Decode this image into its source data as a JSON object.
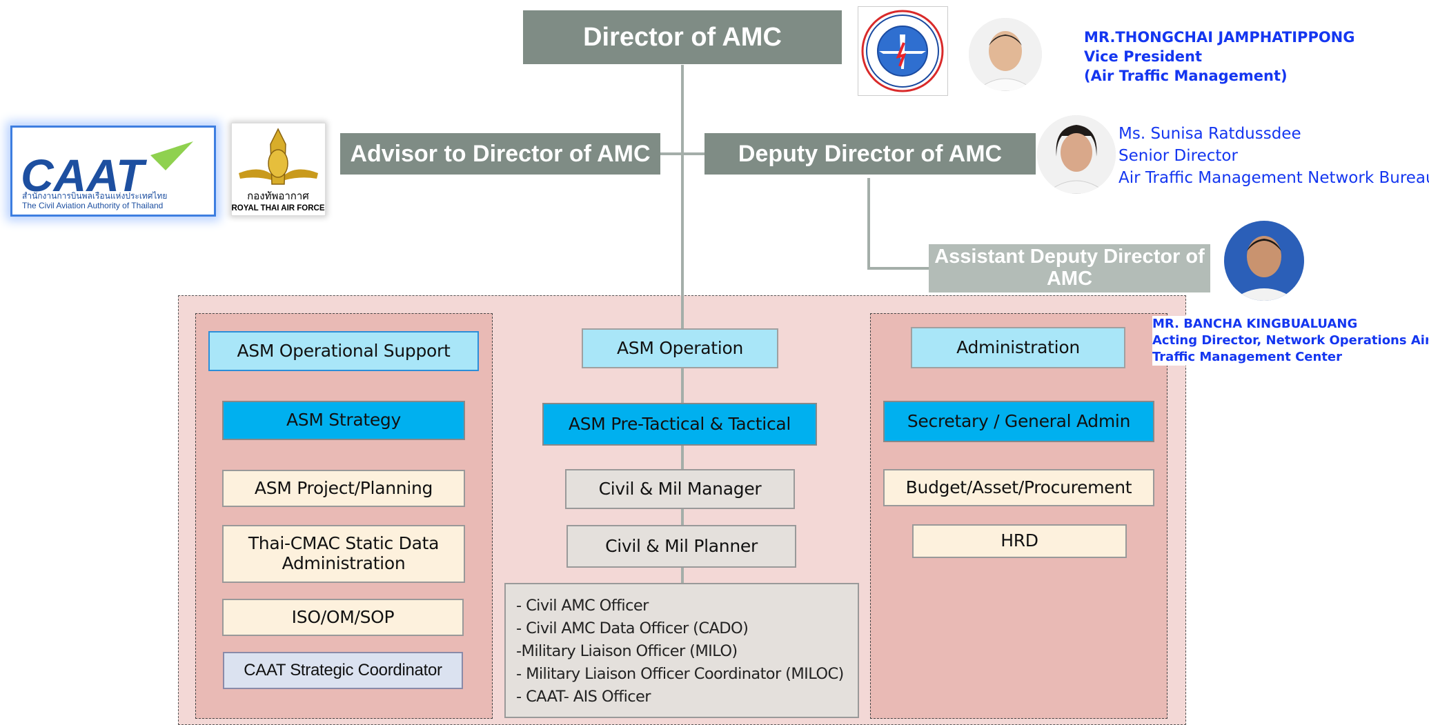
{
  "top": {
    "director": "Director of AMC",
    "advisor": "Advisor to Director of AMC",
    "deputy": "Deputy Director of AMC",
    "assistant_line1": "Assistant Deputy Director of",
    "assistant_line2": "AMC"
  },
  "people": {
    "vp": {
      "name": "MR.THONGCHAI JAMPHATIPPONG",
      "title1": "Vice President",
      "title2": "(Air Traffic Management)"
    },
    "senior": {
      "name": "Ms. Sunisa Ratdussdee",
      "title1": "Senior Director",
      "title2": "Air Traffic Management Network Bureau"
    },
    "acting": {
      "name": "MR. BANCHA KINGBUALUANG",
      "title1": "Acting Director, Network Operations Air",
      "title2": "Traffic Management Center"
    }
  },
  "logos": {
    "caat_main": "CAAT",
    "caat_thai": "สำนักงานการบินพลเรือนแห่งประเทศไทย",
    "caat_en": "The Civil Aviation Authority of Thailand",
    "rtaf_thai": "กองทัพอากาศ",
    "rtaf_en": "ROYAL THAI AIR FORCE"
  },
  "left_column": {
    "op_support": "ASM Operational Support",
    "strategy": "ASM Strategy",
    "project": "ASM Project/Planning",
    "cmac_line1": "Thai-CMAC Static Data",
    "cmac_line2": "Administration",
    "iso": "ISO/OM/SOP",
    "caat_coord": "CAAT Strategic Coordinator"
  },
  "center_column": {
    "operation": "ASM Operation",
    "pretactical": "ASM Pre-Tactical & Tactical",
    "manager": "Civil & Mil Manager",
    "planner": "Civil & Mil Planner",
    "officers": [
      "- Civil AMC Officer",
      "- Civil AMC Data Officer (CADO)",
      "-Military Liaison Officer (MILO)",
      "- Military Liaison Officer Coordinator (MILOC)",
      "- CAAT- AIS Officer"
    ]
  },
  "right_column": {
    "administration": "Administration",
    "secretary": "Secretary / General Admin",
    "budget": "Budget/Asset/Procurement",
    "hrd": "HRD"
  },
  "colors": {
    "header_grey": "#7f8c85",
    "assistant_grey": "#b3bcb7",
    "panel_bg": "#f3d8d6",
    "side_panel_bg": "#e9bab5",
    "person_text": "#1436f0"
  }
}
